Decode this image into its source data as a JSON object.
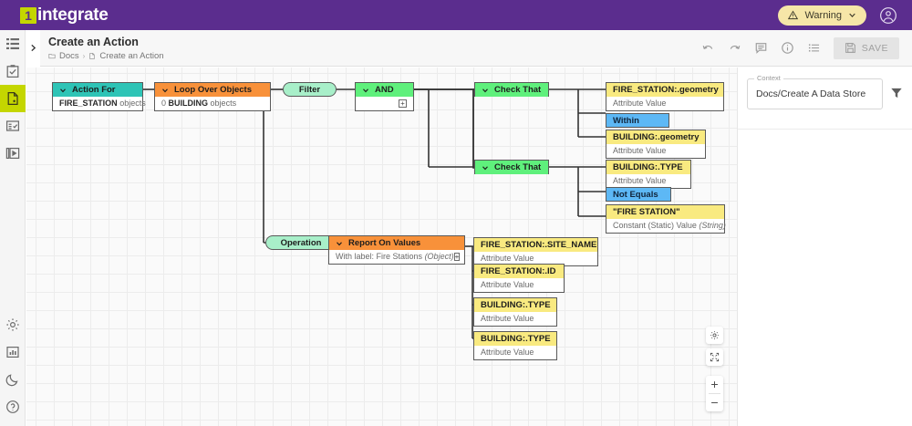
{
  "topbar": {
    "logo_mark": "1",
    "logo_text": "integrate",
    "warning_label": "Warning",
    "warning_icon": "warning-triangle-icon",
    "chevron_icon": "chevron-down-icon",
    "account_icon": "account-circle-icon",
    "bg_color": "#5b2d8e",
    "warning_color": "#f6e6a8",
    "accent_color": "#c4d600"
  },
  "rail": {
    "items": [
      {
        "name": "menu-icon",
        "active": false
      },
      {
        "name": "clipboard-check-icon",
        "active": false
      },
      {
        "name": "document-rules-icon",
        "active": true
      },
      {
        "name": "form-check-icon",
        "active": false
      },
      {
        "name": "play-stack-icon",
        "active": false
      }
    ],
    "bottom_items": [
      {
        "name": "gear-icon"
      },
      {
        "name": "chart-icon"
      },
      {
        "name": "moon-icon"
      },
      {
        "name": "help-icon"
      }
    ]
  },
  "header": {
    "collapse_icon": "chevron-right-icon",
    "title": "Create an Action",
    "breadcrumb": [
      {
        "icon": "folder-icon",
        "label": "Docs"
      },
      {
        "icon": "document-icon",
        "label": "Create an Action"
      }
    ],
    "breadcrumb_separator": "›",
    "tools": [
      {
        "name": "undo-icon"
      },
      {
        "name": "redo-icon"
      },
      {
        "name": "comment-icon"
      },
      {
        "name": "info-icon"
      },
      {
        "name": "list-icon"
      }
    ],
    "save_label": "SAVE",
    "save_icon": "floppy-disk-icon",
    "save_enabled": false
  },
  "canvas": {
    "nodes": {
      "action_for": {
        "title": "Action For",
        "sub_bold": "FIRE_STATION",
        "sub_rest": "objects",
        "color": "#2ec4b6"
      },
      "loop_over": {
        "title": "Loop Over Objects",
        "sub_pre": "0",
        "sub_bold": "BUILDING",
        "sub_rest": "objects",
        "color": "#f8913a"
      },
      "filter_pill": {
        "label": "Filter",
        "color": "#a8efc9"
      },
      "and_node": {
        "title": "AND",
        "plus": "+",
        "color": "#5ff07c"
      },
      "check_that_1": {
        "title": "Check That",
        "color": "#5ff07c"
      },
      "check_that_2": {
        "title": "Check That",
        "color": "#5ff07c"
      },
      "operation_pill": {
        "label": "Operation",
        "color": "#a8efc9"
      },
      "report_on_values": {
        "title": "Report On Values",
        "sub": "With label: Fire Stations",
        "sub_ital": "(Object)",
        "plus": "+",
        "color": "#f8913a"
      }
    },
    "attributes": [
      {
        "id": "fs-geometry",
        "title": "FIRE_STATION:.geometry",
        "sub": "Attribute Value"
      },
      {
        "id": "bld-geometry",
        "title": "BUILDING:.geometry",
        "sub": "Attribute Value"
      },
      {
        "id": "bld-type-1",
        "title": "BUILDING:.TYPE",
        "sub": "Attribute Value"
      },
      {
        "id": "fire-station-const",
        "title": "\"FIRE STATION\"",
        "sub": "Constant (Static) Value",
        "sub_ital": "(String)"
      },
      {
        "id": "fs-site-name",
        "title": "FIRE_STATION:.SITE_NAME",
        "sub": "Attribute Value"
      },
      {
        "id": "fs-id",
        "title": "FIRE_STATION:.ID",
        "sub": "Attribute Value"
      },
      {
        "id": "bld-type-2",
        "title": "BUILDING:.TYPE",
        "sub": "Attribute Value"
      },
      {
        "id": "bld-type-3",
        "title": "BUILDING:.TYPE",
        "sub": "Attribute Value"
      }
    ],
    "operators": [
      {
        "id": "within",
        "label": "Within"
      },
      {
        "id": "not-equals",
        "label": "Not Equals"
      }
    ],
    "controls": [
      {
        "name": "canvas-settings-icon"
      },
      {
        "name": "fit-to-screen-icon"
      },
      {
        "name": "zoom-in-icon",
        "label": "+"
      },
      {
        "name": "zoom-out-icon",
        "label": "−"
      }
    ]
  },
  "panel": {
    "context_label": "Context",
    "context_value": "Docs/Create A Data Store",
    "filter_icon": "funnel-icon"
  }
}
